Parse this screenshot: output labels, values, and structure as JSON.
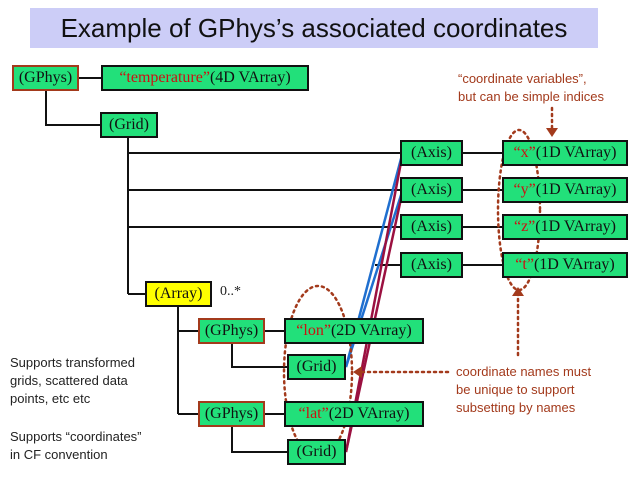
{
  "title": "Example of GPhys’s associated coordinates",
  "nodes": {
    "gphys_top": "(GPhys)",
    "temperature_name": "“temperature”",
    "temperature_type": " (4D VArray)",
    "grid_top": "(Grid)",
    "axis_x": "(Axis)",
    "axis_y": "(Axis)",
    "axis_z": "(Axis)",
    "axis_t": "(Axis)",
    "coord_x_name": "“x”",
    "coord_x_type": " (1D VArray)",
    "coord_y_name": "“y”",
    "coord_y_type": " (1D VArray)",
    "coord_z_name": "“z”",
    "coord_z_type": " (1D VArray)",
    "coord_t_name": "“t”",
    "coord_t_type": " (1D VArray)",
    "array": "(Array)",
    "multiplicity": "0..*",
    "gphys_lon": "(GPhys)",
    "lon_name": "“lon”",
    "lon_type": " (2D VArray)",
    "grid_lon": "(Grid)",
    "gphys_lat": "(GPhys)",
    "lat_name": "“lat”",
    "lat_type": " (2D VArray)",
    "grid_lat": "(Grid)"
  },
  "callouts": {
    "coordvars_line1": "“coordinate variables”,",
    "coordvars_line2": "but can be simple indices",
    "names_line1": "coordinate names must",
    "names_line2": "be unique to support",
    "names_line3": "subsetting by names"
  },
  "notes": {
    "transformed_line1": "Supports transformed",
    "transformed_line2": "grids, scattered data",
    "transformed_line3": "points, etc etc",
    "cf_line1": "Supports “coordinates”",
    "cf_line2": "in CF convention"
  },
  "colors": {
    "box_green": "#22e07a",
    "box_yellow": "#ffff00",
    "title_bg": "#cccdf7",
    "name_red": "#cc1111",
    "callout_brown": "#a33a1c",
    "link_blue": "#1f6fcf",
    "link_maroon": "#9b1040"
  }
}
